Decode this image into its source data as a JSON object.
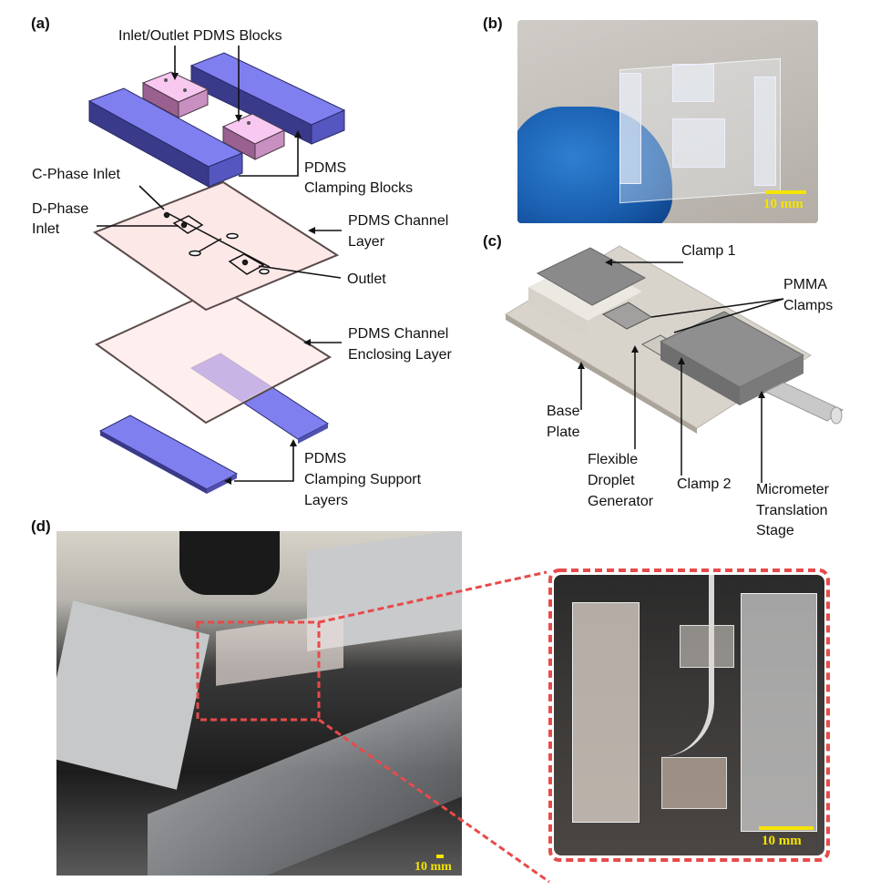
{
  "figure": {
    "panels": {
      "a": {
        "label": "(a)",
        "title": "Exploded view of flexible droplet generator layers",
        "annotations": {
          "inlet_outlet_blocks": "Inlet/Outlet PDMS Blocks",
          "clamping_blocks_1": "PDMS",
          "clamping_blocks_2": "Clamping Blocks",
          "c_phase_inlet": "C-Phase Inlet",
          "d_phase_inlet_1": "D-Phase",
          "d_phase_inlet_2": "Inlet",
          "channel_layer_1": "PDMS Channel",
          "channel_layer_2": "Layer",
          "outlet": "Outlet",
          "enclosing_layer_1": "PDMS Channel",
          "enclosing_layer_2": "Enclosing Layer",
          "support_layers_1": "PDMS",
          "support_layers_2": "Clamping Support",
          "support_layers_3": "Layers"
        },
        "colors": {
          "clamp_block_top": "#7f7ff0",
          "clamp_block_side": "#3a3a8a",
          "io_block_top": "#f8c8f0",
          "io_block_side": "#c890c0",
          "layer_fill": "#fde8e8",
          "layer_edge": "#5a4a4a"
        }
      },
      "b": {
        "label": "(b)",
        "scale_bar": "10 mm",
        "description": "Photo of flexible PDMS device held in blue-gloved hand"
      },
      "c": {
        "label": "(c)",
        "annotations": {
          "clamp1": "Clamp 1",
          "pmma_1": "PMMA",
          "pmma_2": "Clamps",
          "base_1": "Base",
          "base_2": "Plate",
          "fdg_1": "Flexible",
          "fdg_2": "Droplet",
          "fdg_3": "Generator",
          "clamp2": "Clamp 2",
          "mts_1": "Micrometer",
          "mts_2": "Translation",
          "mts_3": "Stage"
        }
      },
      "d": {
        "label": "(d)",
        "scale_bar_left": "10 mm",
        "scale_bar_right": "10 mm",
        "highlight_color": "#e84a4a"
      }
    }
  }
}
